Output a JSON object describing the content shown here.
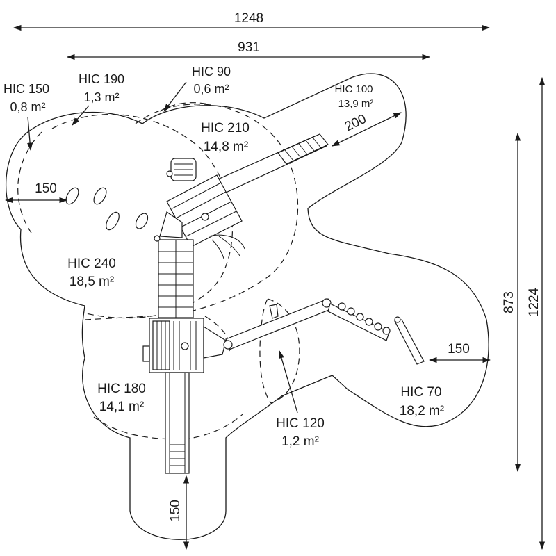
{
  "dimensions": {
    "total_width": "1248",
    "inner_width": "931",
    "total_height": "1224",
    "inner_height": "873",
    "offset_left": "150",
    "offset_bottom": "150",
    "offset_right": "150",
    "offset_slide": "200"
  },
  "zones": [
    {
      "label": "HIC 150",
      "area": "0,8 m²"
    },
    {
      "label": "HIC 190",
      "area": "1,3 m²"
    },
    {
      "label": "HIC 90",
      "area": "0,6 m²"
    },
    {
      "label": "HIC 100",
      "area": "13,9 m²"
    },
    {
      "label": "HIC 210",
      "area": "14,8 m²"
    },
    {
      "label": "HIC 240",
      "area": "18,5 m²"
    },
    {
      "label": "HIC 180",
      "area": "14,1 m²"
    },
    {
      "label": "HIC 120",
      "area": "1,2 m²"
    },
    {
      "label": "HIC 70",
      "area": "18,2 m²"
    }
  ]
}
